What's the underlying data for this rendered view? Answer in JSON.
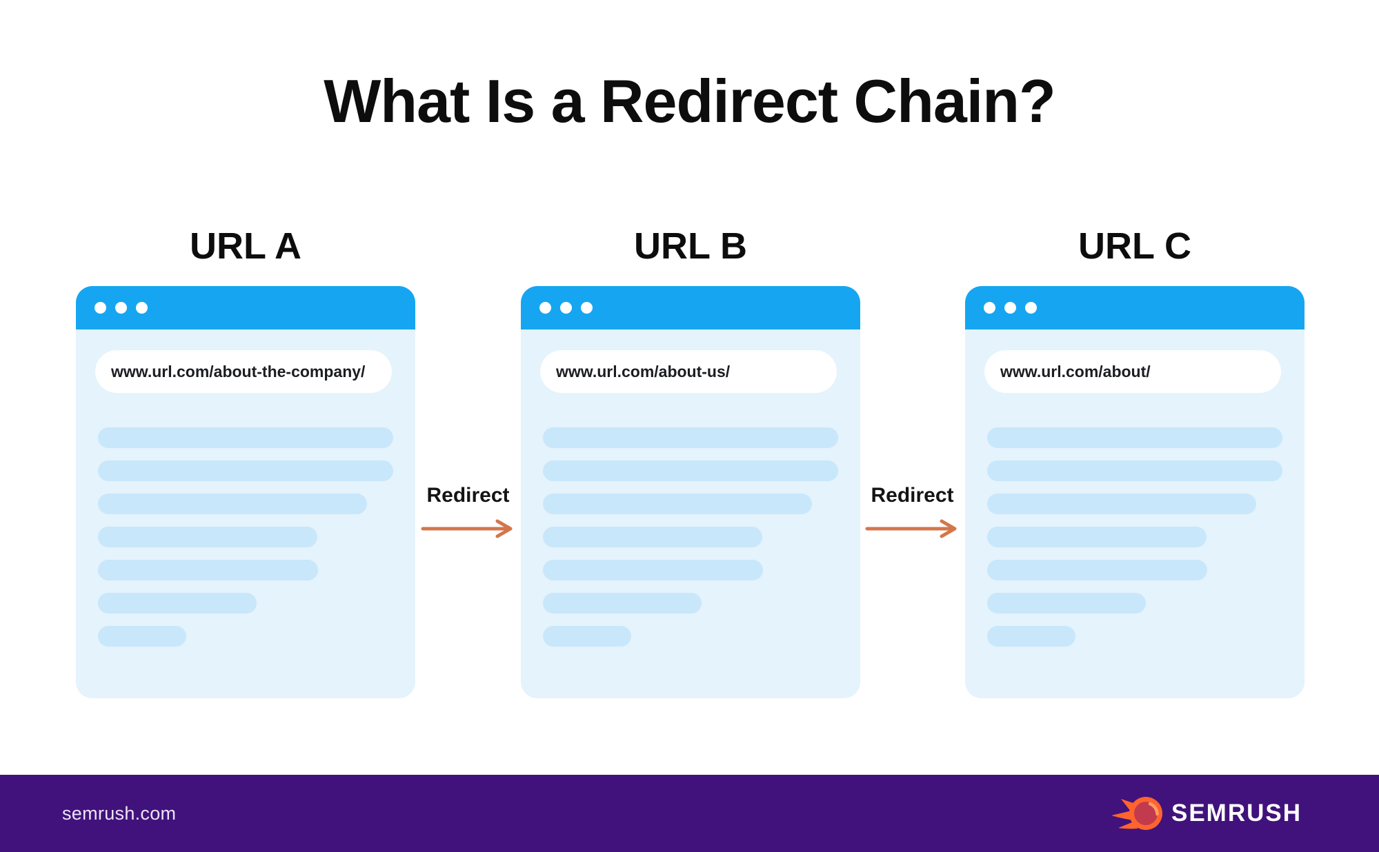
{
  "page": {
    "title": "What Is a Redirect Chain?"
  },
  "diagram": {
    "windows": [
      {
        "label": "URL A",
        "url": "www.url.com/about-the-company/"
      },
      {
        "label": "URL B",
        "url": "www.url.com/about-us/"
      },
      {
        "label": "URL C",
        "url": "www.url.com/about/"
      }
    ],
    "redirects": [
      {
        "label": "Redirect"
      },
      {
        "label": "Redirect"
      }
    ],
    "skeleton_line_count_per_window": 7
  },
  "colors": {
    "browser_bar_blue": "#16A6F1",
    "browser_body_blue": "#E4F3FC",
    "skeleton_line_blue": "#C9E7FA",
    "arrow_orange": "#D4764B",
    "footer_purple": "#41127B",
    "logo_orange": "#FF642D",
    "logo_inner_red": "#C13A4E",
    "text_black": "#0d0d0d"
  },
  "footer": {
    "site": "semrush.com",
    "logo_text": "SEMRUSH"
  }
}
